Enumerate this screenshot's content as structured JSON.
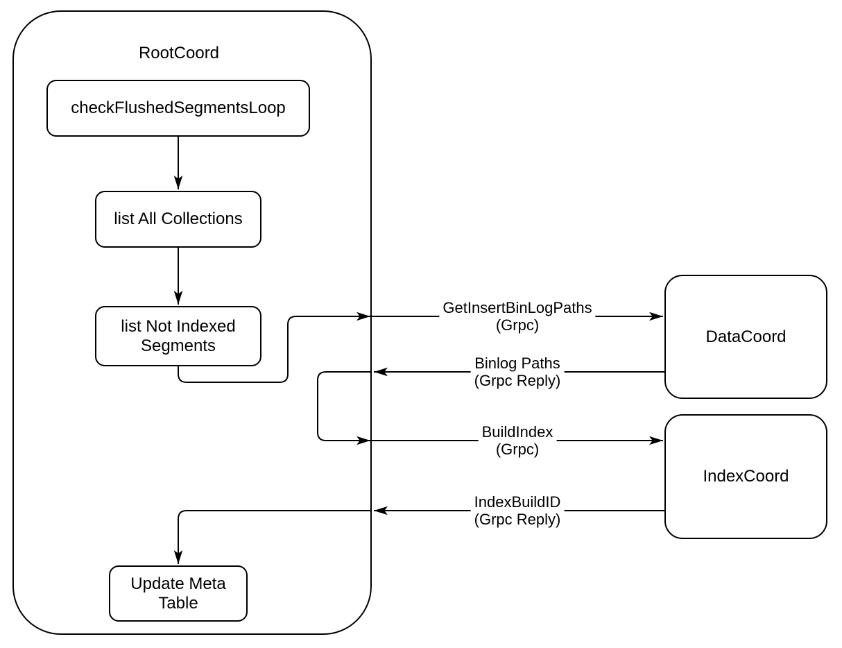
{
  "title": {
    "root_container": "RootCoord"
  },
  "nodes": {
    "check_flushed": {
      "label": "checkFlushedSegmentsLoop"
    },
    "list_all": {
      "label": "list All Collections"
    },
    "list_not_indexed": {
      "label": "list Not Indexed Segments"
    },
    "update_meta": {
      "label": "Update Meta Table"
    },
    "data_coord": {
      "label": "DataCoord"
    },
    "index_coord": {
      "label": "IndexCoord"
    }
  },
  "edges": {
    "get_insert": {
      "line1": "GetInsertBinLogPaths",
      "line2": "(Grpc)"
    },
    "binlog_reply": {
      "line1": "Binlog Paths",
      "line2": "(Grpc Reply)"
    },
    "build_index": {
      "line1": "BuildIndex",
      "line2": "(Grpc)"
    },
    "index_build_id": {
      "line1": "IndexBuildID",
      "line2": "(Grpc Reply)"
    }
  },
  "colors": {
    "stroke": "#000000",
    "background": "#ffffff",
    "text": "#000000"
  }
}
